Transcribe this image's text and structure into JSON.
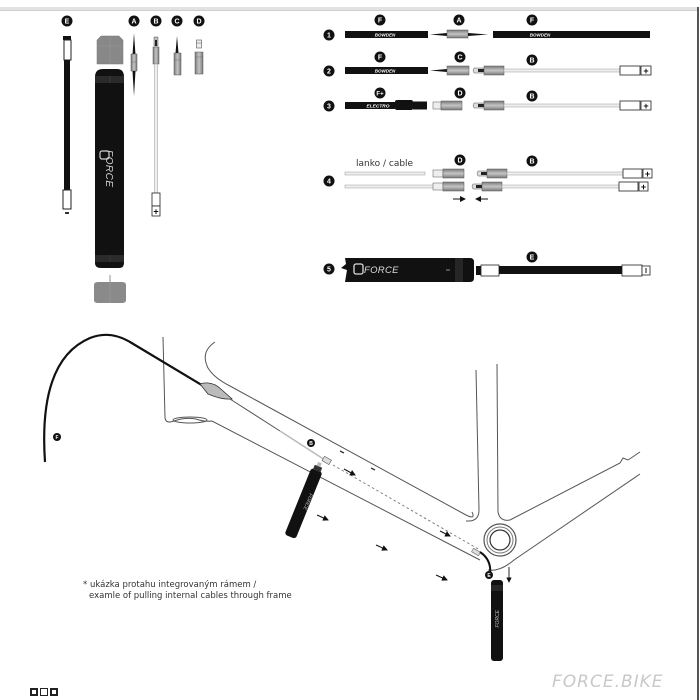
{
  "parts_legend": {
    "labels": [
      "E",
      "A",
      "B",
      "C",
      "D"
    ]
  },
  "steps": [
    {
      "number": "1",
      "left_label": "F",
      "left_text": "BOWDEN",
      "mid_label": "A",
      "right_label": "F",
      "right_text": "BOWDEN"
    },
    {
      "number": "2",
      "left_label": "F",
      "left_text": "BOWDEN",
      "mid_label": "C",
      "right_label": "B"
    },
    {
      "number": "3",
      "left_label": "F+",
      "left_text": "ELECTRO",
      "mid_label": "D",
      "right_label": "B"
    },
    {
      "number": "4",
      "cable_text": "lanko / cable",
      "mid_label": "D",
      "right_label": "B"
    },
    {
      "number": "5",
      "tool_brand": "FORCE",
      "right_label": "E"
    }
  ],
  "tool": {
    "brand": "FORCE"
  },
  "frame_diagram": {
    "labels": [
      "F",
      "B",
      "E"
    ]
  },
  "note": {
    "line1": "* ukázka protahu integrovaným rámem /",
    "line2": "examle of pulling internal cables through frame"
  },
  "footer": {
    "brand": "FORCE.BIKE"
  },
  "colors": {
    "ink": "#111111",
    "metal": "#9a9a9a",
    "cable": "#d8d8d8",
    "brand_gray": "#c8c8c8"
  }
}
